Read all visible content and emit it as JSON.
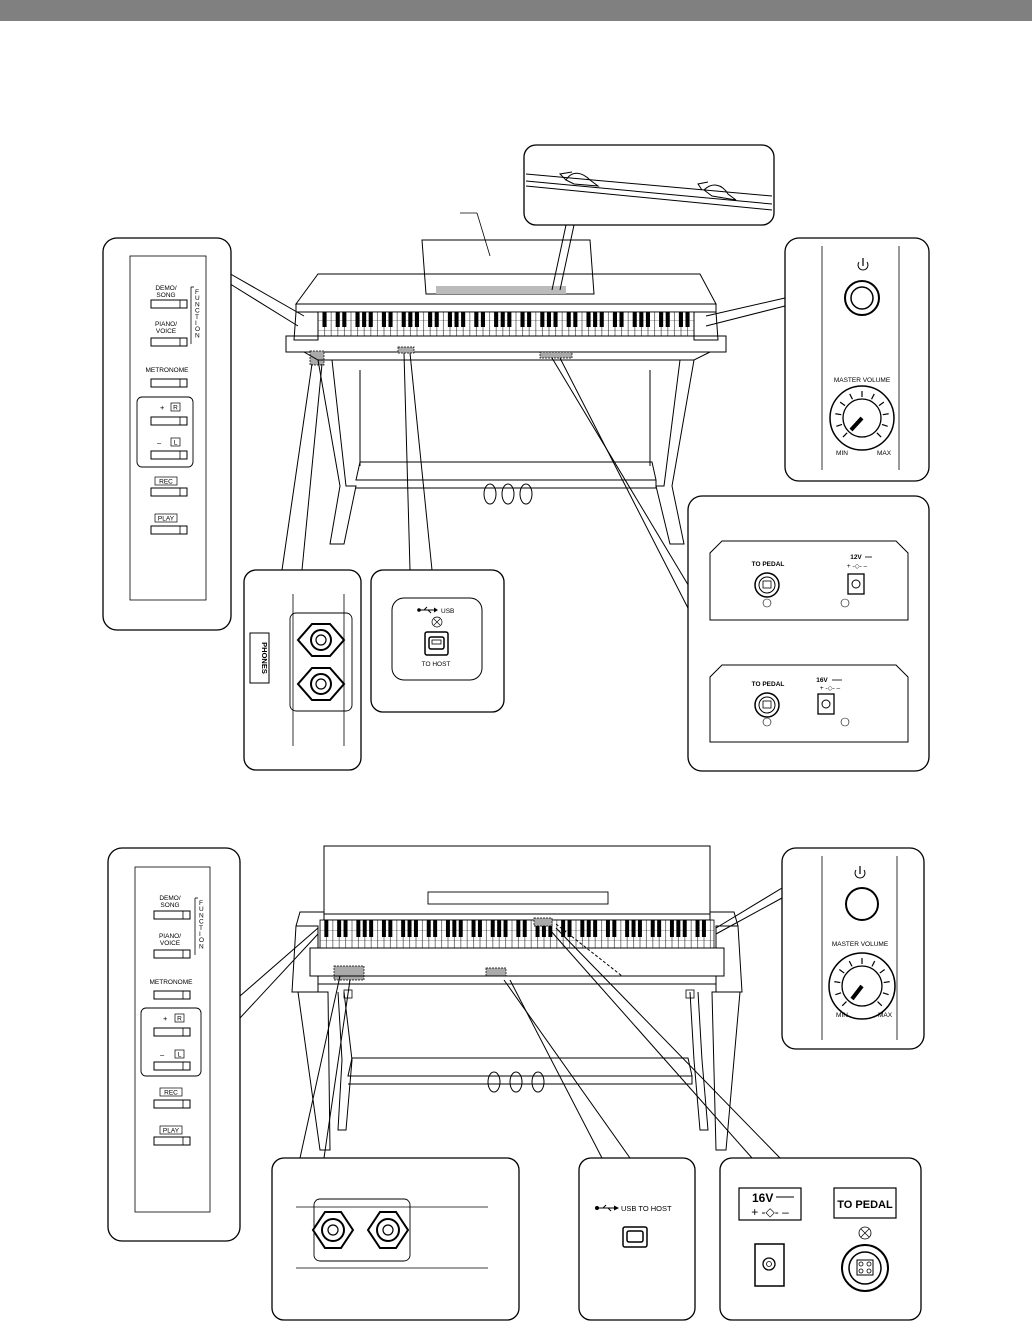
{
  "panel": {
    "demo_song": "DEMO/\nSONG",
    "piano_voice": "PIANO/\nVOICE",
    "metronome": "METRONOME",
    "plus": "+",
    "r_key": "R",
    "minus": "–",
    "l_key": "L",
    "rec": "REC",
    "play": "PLAY",
    "function": "FUNCTION"
  },
  "power": {
    "master_volume": "MASTER VOLUME",
    "min": "MIN",
    "max": "MAX"
  },
  "phones": "PHONES",
  "usb": {
    "usb": "USB",
    "to_host": "TO HOST",
    "usb_to_host": "USB TO HOST"
  },
  "rear": {
    "to_pedal": "TO PEDAL",
    "dc_12v": "12V",
    "dc_16v": "16V"
  }
}
